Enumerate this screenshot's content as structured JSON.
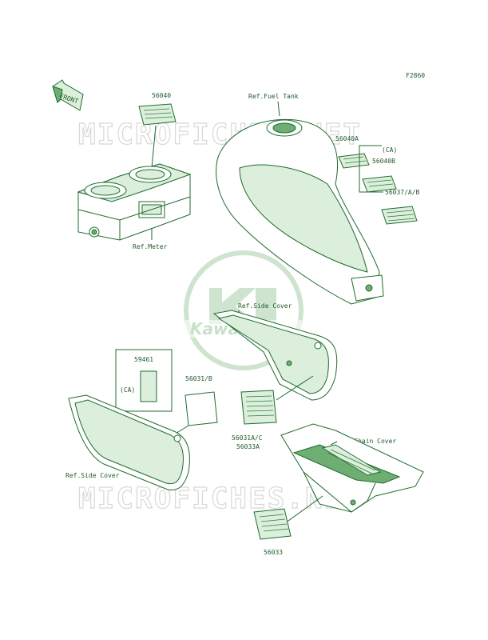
{
  "diagram": {
    "code": "F2860",
    "front_label": "FRONT",
    "labels": {
      "p56040": "56040",
      "ref_meter": "Ref.Meter",
      "ref_fuel_tank": "Ref.Fuel Tank",
      "p56040a": "56040A",
      "ca_top": "(CA)",
      "p56040b": "56040B",
      "p56037": "56037/A/B",
      "ref_side_cover_right": "Ref.Side Cover",
      "p59461": "59461",
      "ca_left": "(CA)",
      "p56031b": "56031/B",
      "p56031ac": "56031A/C",
      "p56033a": "56033A",
      "ref_chain_cover": "Ref.Chain Cover",
      "ref_side_cover_left": "Ref.Side Cover",
      "p56033": "56033"
    },
    "watermark": {
      "text": "MICROFICHES.NET",
      "brand": "Kawasaki"
    }
  }
}
